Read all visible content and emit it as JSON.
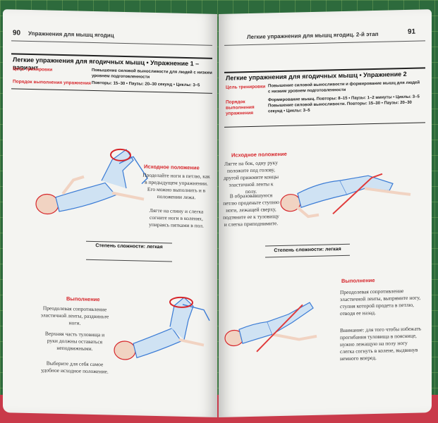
{
  "left_page": {
    "page_number": "90",
    "running_head": "Упражнения для мышц ягодиц",
    "box_title": "Легкие упражнения для ягодичных мышц • Упражнение 1 – вариант",
    "goal_label": "Цель тренировки",
    "goal_text": "Повышение силовой выносливости для людей с низким уровнем подготовленности",
    "order_label": "Порядок выполнения упражнения",
    "order_text": "Повторы: 15–30 • Паузы: 20–30 секунд • Циклы: 3–5",
    "start_heading": "Исходное положение",
    "start_paragraphs": [
      "Проделайте ноги в петлю, как в предыдущем упражнении. Его можно выполнить и в положении лежа.",
      "Лягте на спину и слегка согните ноги в коленях, упираясь пятками в пол."
    ],
    "difficulty": "Степень сложности: легкая",
    "exec_heading": "Выполнение",
    "exec_paragraphs": [
      "Преодолевая сопротивление эластичной ленты, раздвиньте ноги.",
      "Верхняя часть туловища и руки должны оставаться неподвижными.",
      "Выберите для себя самое удобное исходное положение."
    ]
  },
  "right_page": {
    "page_number": "91",
    "running_head": "Легкие упражнения для мышц ягодиц. 2-й этап",
    "box_title": "Легкие упражнения для ягодичных мышц • Упражнение 2",
    "goal_label": "Цель тренировки",
    "goal_text": "Повышение силовой выносливости и формирование мышц для людей с низким уровнем подготовленности",
    "order_label": "Порядок выполнения упражнения",
    "order_text": "Формирование мышц. Повторы: 8–15 • Паузы: 1–2 минуты • Циклы: 3–5 Повышение силовой выносливости. Повторы: 15–30 • Паузы: 20–30 секунд • Циклы: 3–5",
    "start_heading": "Исходное положение",
    "start_paragraphs": [
      "Лягте на бок, одну руку положите под голову, другой прижмите концы эластичной ленты к полу.",
      "В образовавшуюся петлю проденьте ступню ноги, лежащей сверху, подтяните ее к туловищу и слегка приподнимите."
    ],
    "difficulty": "Степень сложности: легкая",
    "exec_heading": "Выполнение",
    "exec_paragraphs": [
      "Преодолевая сопротивление эластичной ленты, выпрямите ногу, ступня которой продета в петлю, отводя ее назад.",
      "Внимание: для того чтобы избежать прогибания туловища в пояснице, нужно лежащую на полу ногу слегка согнуть в колене, выдвинув немного вперед."
    ]
  },
  "colors": {
    "accent": "#d6262b",
    "band": "#e03a3a",
    "skin": "#f1d3c2",
    "shirt": "#cfe2f3"
  }
}
